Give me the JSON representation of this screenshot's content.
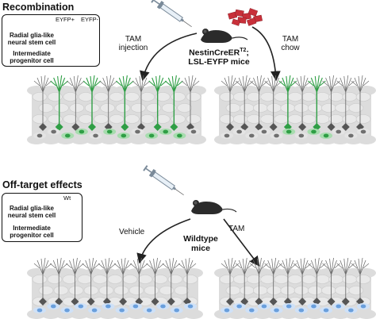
{
  "panel_top": {
    "title": "Recombination",
    "legend": {
      "header_positive": "EYFP+",
      "header_negative": "EYFP-",
      "row1_label": "Radial glia-like neural stem cell",
      "row2_label": "Intermediate progenitor cell"
    },
    "left_route": "TAM injection",
    "right_route": "TAM chow",
    "mouse_label_line1_base": "NestinCreER",
    "mouse_label_line1_sup": "T2",
    "mouse_label_line1_end": ";",
    "mouse_label_line2": "LSL-EYFP mice"
  },
  "panel_bottom": {
    "title": "Off-target effects",
    "legend": {
      "header": "Wt",
      "row1_label": "Radial glia-like neural stem cell",
      "row2_label": "Intermediate progenitor cell"
    },
    "left_route": "Vehicle",
    "right_route": "TAM",
    "mouse_label": "Wildtype mice"
  },
  "colors": {
    "eyfp_green": "#2f9e45",
    "eyfp_light": "#a7dcae",
    "nucleus_gray": "#6f6f6f",
    "tissue_gray": "#dcdcdc",
    "ipc_blue": "#6a9fdc",
    "ipc_blue_light": "#cfe1f7",
    "mouse": "#2b2b2b",
    "chow": "#c8303a",
    "syringe": "#7a8a99"
  },
  "icons": [
    "syringe-icon",
    "mouse-icon",
    "chow-pellets-icon",
    "arrow-icon"
  ]
}
